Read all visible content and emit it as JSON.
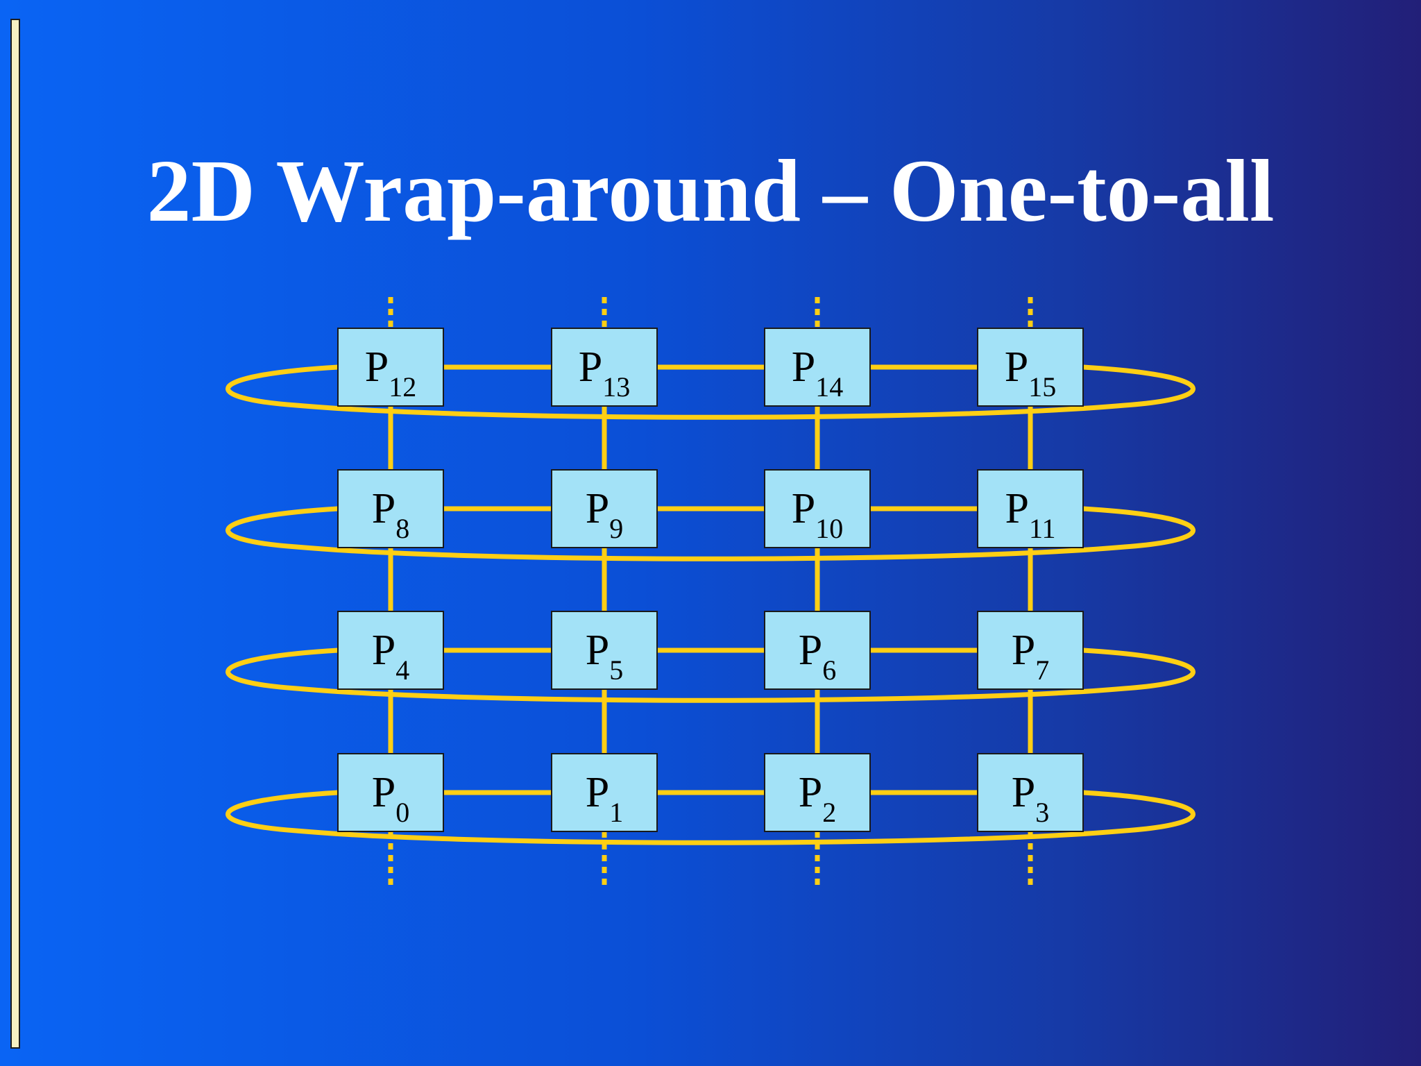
{
  "slide": {
    "title": "2D Wrap-around – One-to-all"
  },
  "grid": {
    "rows": [
      [
        {
          "label": "P",
          "sub": "12"
        },
        {
          "label": "P",
          "sub": "13"
        },
        {
          "label": "P",
          "sub": "14"
        },
        {
          "label": "P",
          "sub": "15"
        }
      ],
      [
        {
          "label": "P",
          "sub": "8"
        },
        {
          "label": "P",
          "sub": "9"
        },
        {
          "label": "P",
          "sub": "10"
        },
        {
          "label": "P",
          "sub": "11"
        }
      ],
      [
        {
          "label": "P",
          "sub": "4"
        },
        {
          "label": "P",
          "sub": "5"
        },
        {
          "label": "P",
          "sub": "6"
        },
        {
          "label": "P",
          "sub": "7"
        }
      ],
      [
        {
          "label": "P",
          "sub": "0"
        },
        {
          "label": "P",
          "sub": "1"
        },
        {
          "label": "P",
          "sub": "2"
        },
        {
          "label": "P",
          "sub": "3"
        }
      ]
    ]
  },
  "colors": {
    "node_fill": "#a3e2f7",
    "link": "#ffcf14",
    "title": "#ffffff",
    "left_bar": "#f6f1c2"
  }
}
